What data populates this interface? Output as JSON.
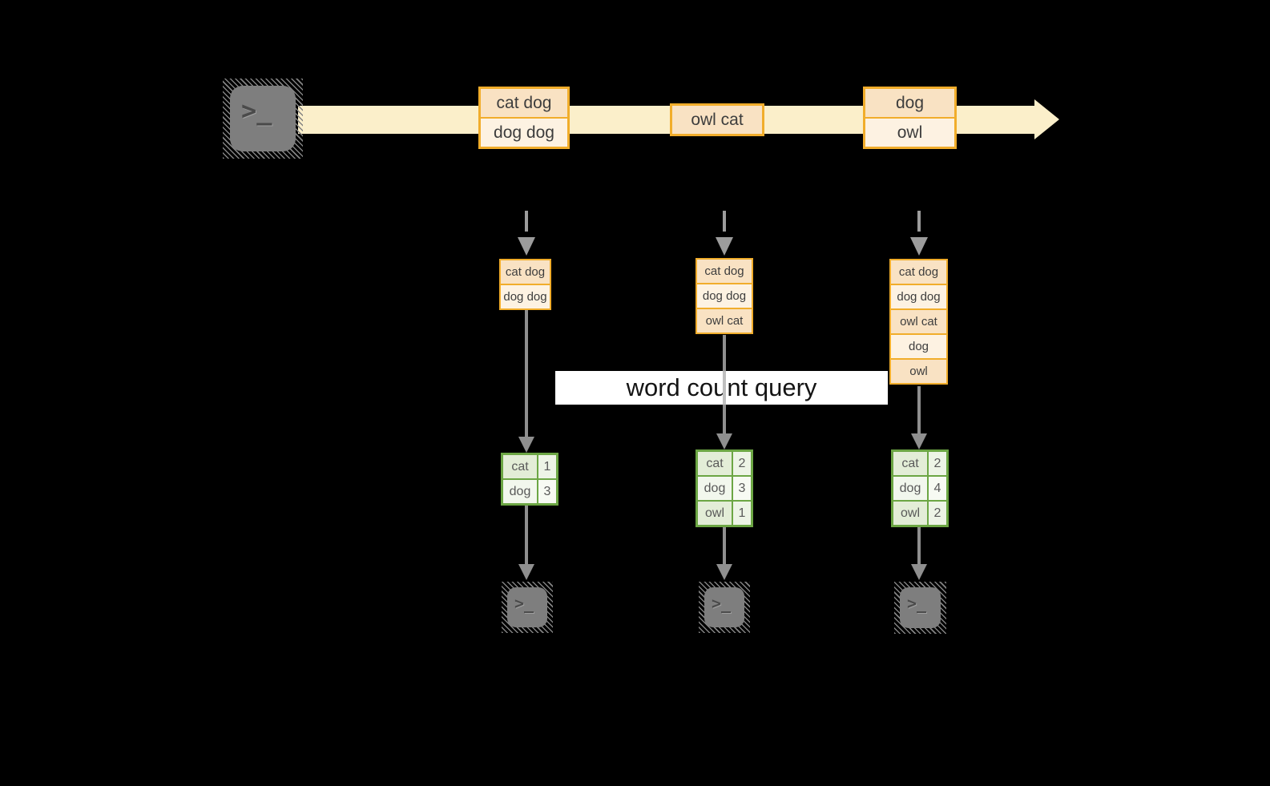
{
  "query": {
    "label": "word count query"
  },
  "icons": {
    "terminal_glyph": ">_"
  },
  "colors": {
    "background": "#000000",
    "stream_band": "#FBEFCA",
    "box_border": "#F1AD2B",
    "box_fill_dark": "#F9E2C3",
    "box_fill_light": "#FDF2E2",
    "table_border": "#6CA644",
    "table_fill_dark": "#E3EDD7",
    "table_fill_light": "#F2F7ED",
    "arrow_gray": "#8F8F8F",
    "query_bg": "#FFFFFF"
  },
  "stream": {
    "events": [
      {
        "lines": [
          "cat dog",
          "dog dog"
        ]
      },
      {
        "lines": [
          "owl cat"
        ]
      },
      {
        "lines": [
          "dog",
          "owl"
        ]
      }
    ]
  },
  "columns": [
    {
      "state": [
        "cat dog",
        "dog dog"
      ],
      "counts": [
        [
          "cat",
          "1"
        ],
        [
          "dog",
          "3"
        ]
      ]
    },
    {
      "state": [
        "cat dog",
        "dog dog",
        "owl cat"
      ],
      "counts": [
        [
          "cat",
          "2"
        ],
        [
          "dog",
          "3"
        ],
        [
          "owl",
          "1"
        ]
      ]
    },
    {
      "state": [
        "cat dog",
        "dog dog",
        "owl cat",
        "dog",
        "owl"
      ],
      "counts": [
        [
          "cat",
          "2"
        ],
        [
          "dog",
          "4"
        ],
        [
          "owl",
          "2"
        ]
      ]
    }
  ]
}
